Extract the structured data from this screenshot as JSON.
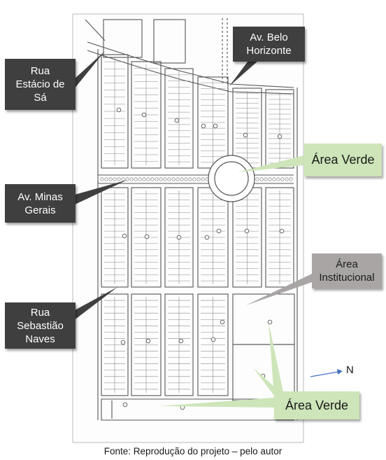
{
  "labels": {
    "rua_estacio": "Rua\nEstácio de\nSá",
    "av_belo": "Av. Belo\nHorizonte",
    "area_verde_top": "Área Verde",
    "av_minas": "Av. Minas\nGerais",
    "area_institucional": "Área\nInstitucional",
    "rua_sebastiao": "Rua\nSebastião\nNaves",
    "area_verde_bottom": "Área Verde",
    "north": "N"
  },
  "caption": "Fonte: Reprodução do projeto – pelo autor",
  "colors": {
    "dark_callout": "#3f3f3f",
    "green_callout": "#cde5b9",
    "institutional_callout": "#a9a5a5",
    "north_arrow": "#4472c4",
    "map_lines": "#555555"
  }
}
